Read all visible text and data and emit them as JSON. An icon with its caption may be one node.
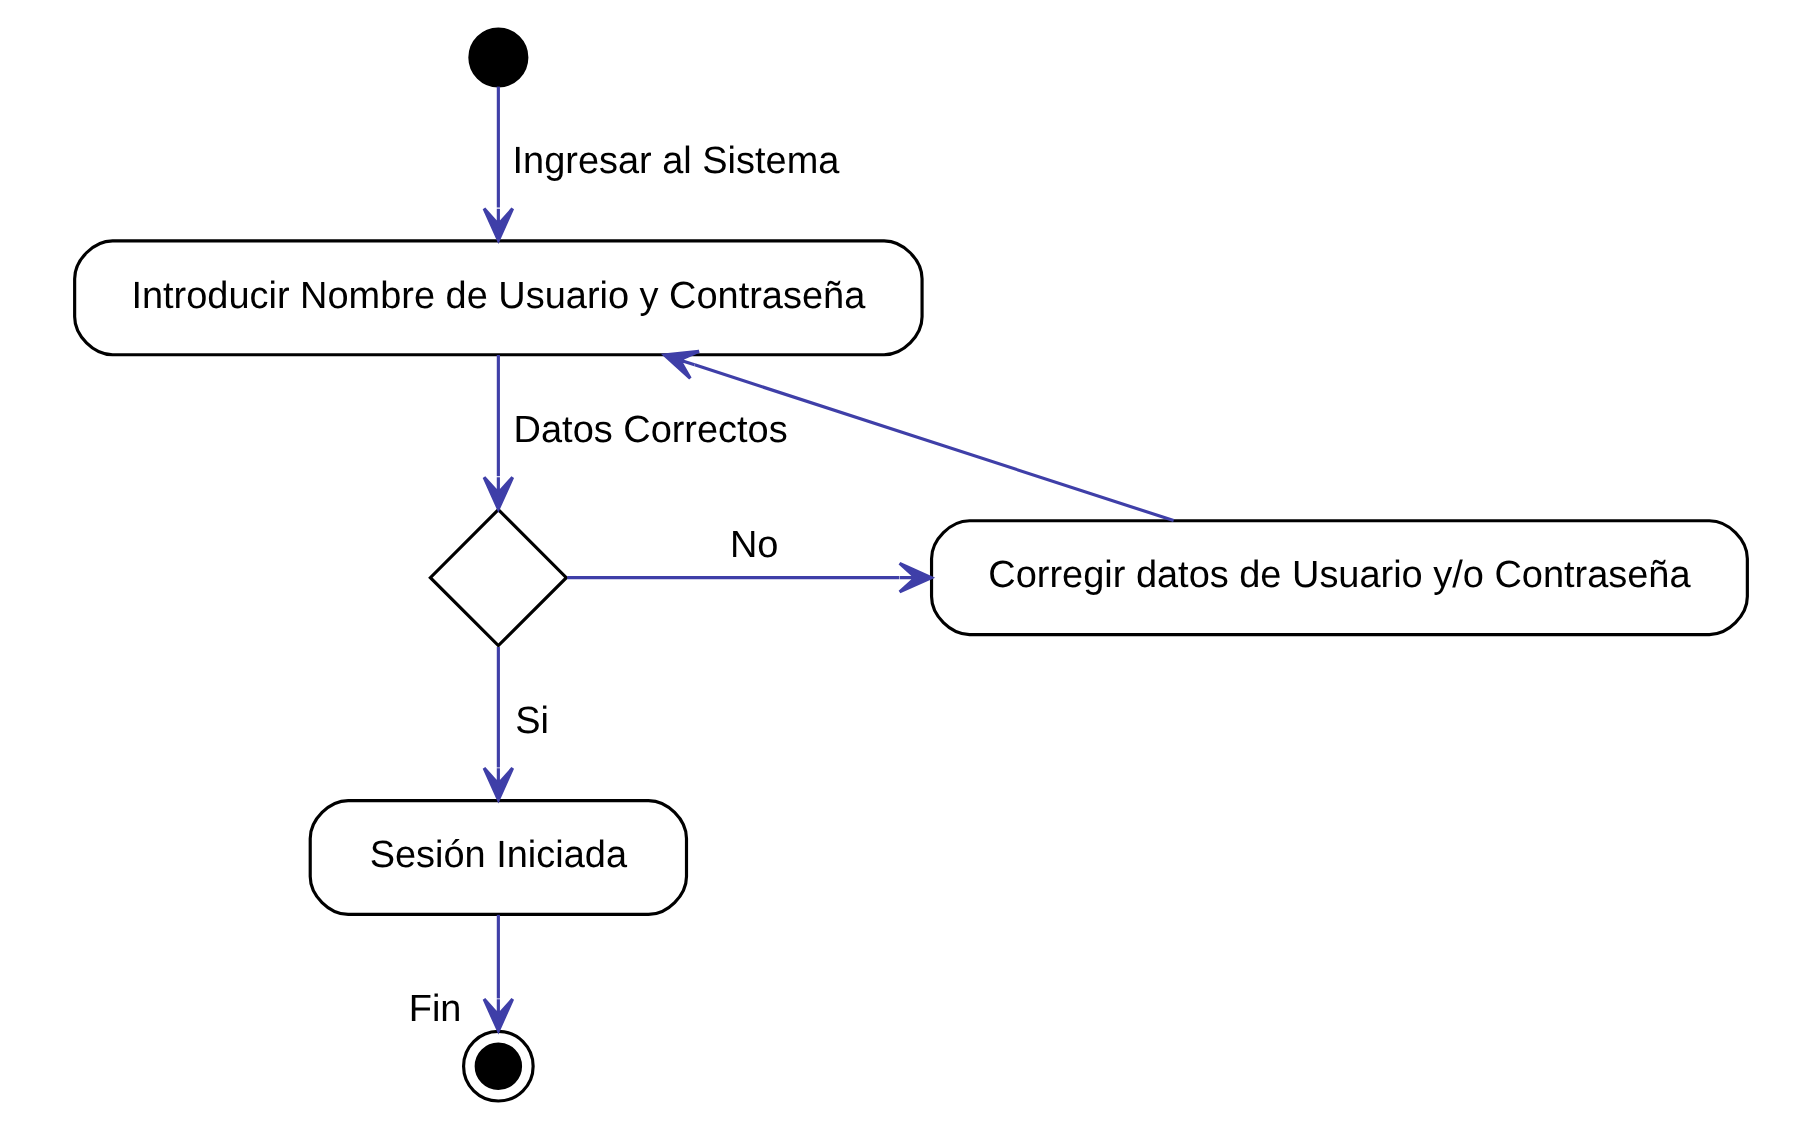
{
  "diagram": {
    "nodes": [
      {
        "text": [],
        "shape": "circle"
      },
      {
        "text": [
          "Introducir Nombre de Usuario y Contraseña"
        ]
      },
      {
        "text": [],
        "shape": "diamond"
      },
      {
        "text": [
          "Corregir datos de Usuario y/o Contraseña"
        ]
      },
      {
        "text": [
          "Sesión Iniciada"
        ]
      },
      {
        "text": [],
        "shape": "circle",
        "beside": [
          "Fin"
        ]
      }
    ],
    "edges": [
      {
        "from": 0,
        "to": 1,
        "arrow": "to",
        "label": "Ingresar al Sistema"
      },
      {
        "from": 1,
        "to": 2,
        "arrow": "to",
        "label": "Datos Correctos"
      },
      {
        "from": 2,
        "to": 3,
        "arrow": "to",
        "label": "No"
      },
      {
        "from": 3,
        "to": 1,
        "arrow": "to"
      },
      {
        "from": 2,
        "to": 4,
        "arrow": "to",
        "label": "Si"
      },
      {
        "from": 4,
        "to": 5,
        "arrow": "to"
      }
    ]
  }
}
